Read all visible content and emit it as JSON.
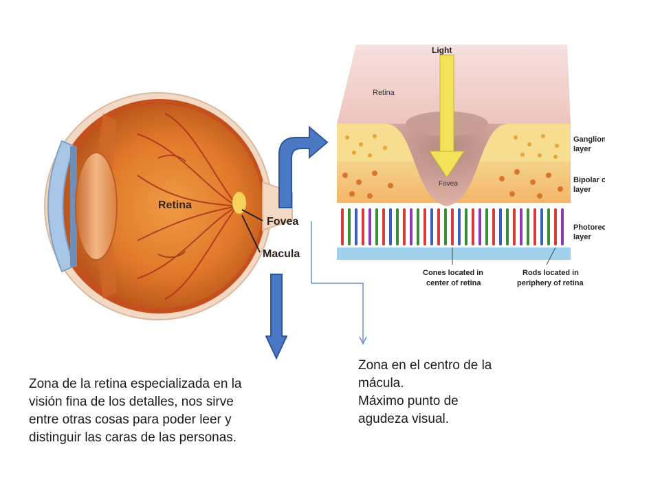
{
  "eye_diagram": {
    "labels": {
      "retina": "Retina",
      "fovea": "Fovea",
      "macula": "Macula"
    }
  },
  "fovea_diagram": {
    "labels": {
      "light": "Light",
      "retina": "Retina",
      "fovea": "Fovea",
      "ganglion_1": "Ganglion cell",
      "ganglion_2": "layer",
      "bipolar_1": "Bipolar cell",
      "bipolar_2": "layer",
      "photo_1": "Photoreceptor",
      "photo_2": "layer",
      "cones_1": "Cones located in",
      "cones_2": "center of retina",
      "rods_1": "Rods located in",
      "rods_2": "periphery of retina"
    }
  },
  "captions": {
    "left": [
      " Zona de la retina especializada en la",
      "visión fina de los detalles, nos sirve",
      "entre otras cosas para poder leer y",
      "distinguir las caras de las personas."
    ],
    "right": [
      "Zona en el centro de la",
      "mácula.",
      "Máximo  punto de",
      "agudeza  visual."
    ]
  },
  "colors": {
    "arrow_blue": "#4a78c4",
    "arrow_outline": "#2e5597",
    "eye_orange": "#e07a2a",
    "connector_blue": "#6a8fcf"
  }
}
